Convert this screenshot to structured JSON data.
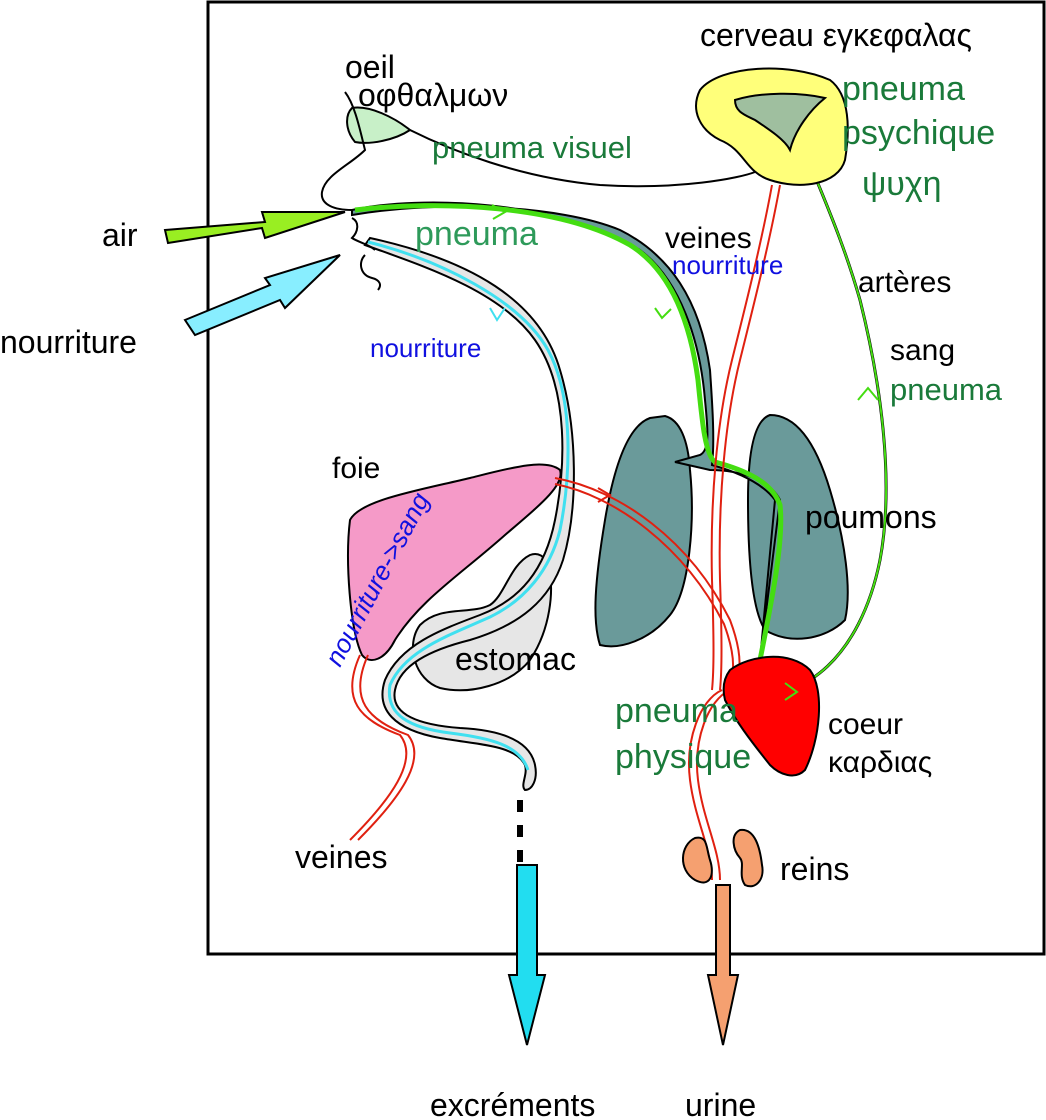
{
  "colors": {
    "frame": "#000000",
    "dark_green_text": "#1a7a3a",
    "mid_green_text": "#2e9a5a",
    "blue_text": "#1010e0",
    "pneuma_flow": "#44dd11",
    "food_flow": "#40e0f0",
    "blood_flow": "#e02010",
    "lungs": "#6a9a9a",
    "liver": "#f59ac8",
    "stomach": "#e6e6e6",
    "brain": "#ffff7a",
    "heart": "#ff0000",
    "kidneys": "#f5a070",
    "eye": "#c8f0c8"
  },
  "labels": {
    "eye_fr": "oeil",
    "eye_gr": "οφθαλμων",
    "brain": "cerveau εγκεφαλας",
    "pneuma_psychique_1": "pneuma",
    "pneuma_psychique_2": "psychique",
    "psyche": "ψυχη",
    "pneuma_visuel": "pneuma visuel",
    "air": "air",
    "pneuma": "pneuma",
    "veines_top": "veines",
    "nourriture_veines": "nourriture",
    "arteres": "artères",
    "nourriture_in": "nourriture",
    "nourriture_tube": "nourriture",
    "sang": "sang",
    "pneuma_sang": "pneuma",
    "foie": "foie",
    "nourriture_sang": "nourriture->sang",
    "poumons": "poumons",
    "estomac": "estomac",
    "pneuma_physique_1": "pneuma",
    "pneuma_physique_2": "physique",
    "coeur": "coeur",
    "kardias": "καρδιας",
    "veines_bottom": "veines",
    "reins": "reins",
    "excrements": "excréments",
    "urine": "urine"
  }
}
